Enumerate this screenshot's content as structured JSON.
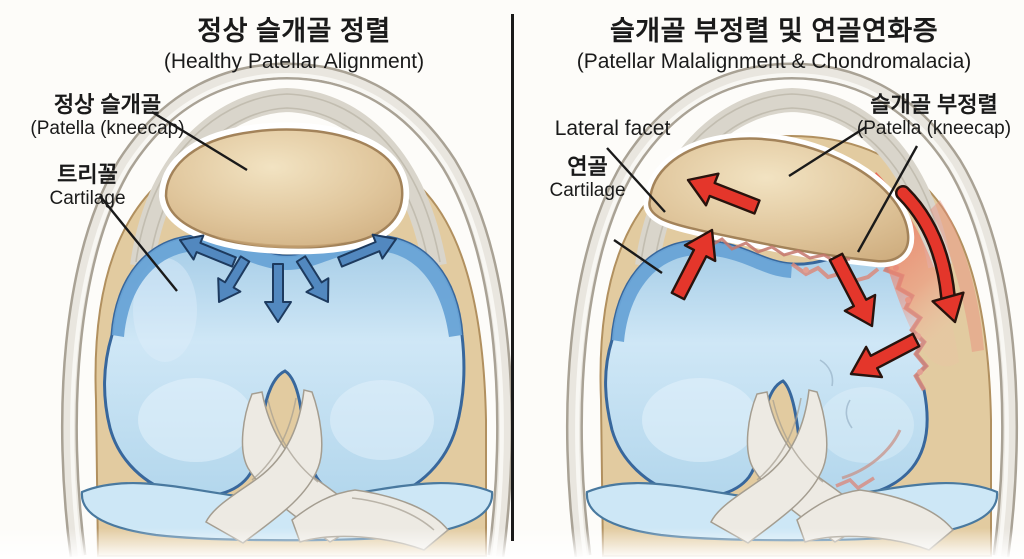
{
  "left_panel": {
    "title_ko": "정상 슬개골 정렬",
    "title_en": "(Healthy Patellar Alignment)",
    "labels": {
      "patella_ko": "정상 슬개골",
      "patella_en": "(Patella (kneecap)",
      "cartilage_ko": "트리꼴",
      "cartilage_en": "Cartilage"
    }
  },
  "right_panel": {
    "title_ko": "슬개골 부정렬 및 연골연화증",
    "title_en": "(Patellar Malalignment & Chondromalacia)",
    "labels": {
      "lateral_facet": "Lateral facet",
      "cartilage_ko": "연골",
      "cartilage_en": "Cartilage",
      "patella_ko": "슬개골 부정렬",
      "patella_en": "(Patella (kneecap)"
    }
  },
  "colors": {
    "bg": "#fdfcf9",
    "ink": "#1a1a1a",
    "bone": "#e2cba0",
    "bone_stroke": "#b1905f",
    "patella_stroke": "#a3835a",
    "cartilage": "#bedcf1",
    "cartilage_rim": "#68a3d6",
    "cartilage_stroke": "#38679c",
    "capsule_fill": "#e9e6df",
    "capsule_stroke": "#a9a295",
    "ligament": "#edeae3",
    "ligament_stroke": "#a49d90",
    "arrow_blue": "#5288bf",
    "arrow_blue_stroke": "#1d3a5e",
    "arrow_red": "#e4362b",
    "arrow_red_stroke": "#28130d",
    "inflamed": "#e4604c",
    "damage_pink": "#d98a7d"
  }
}
